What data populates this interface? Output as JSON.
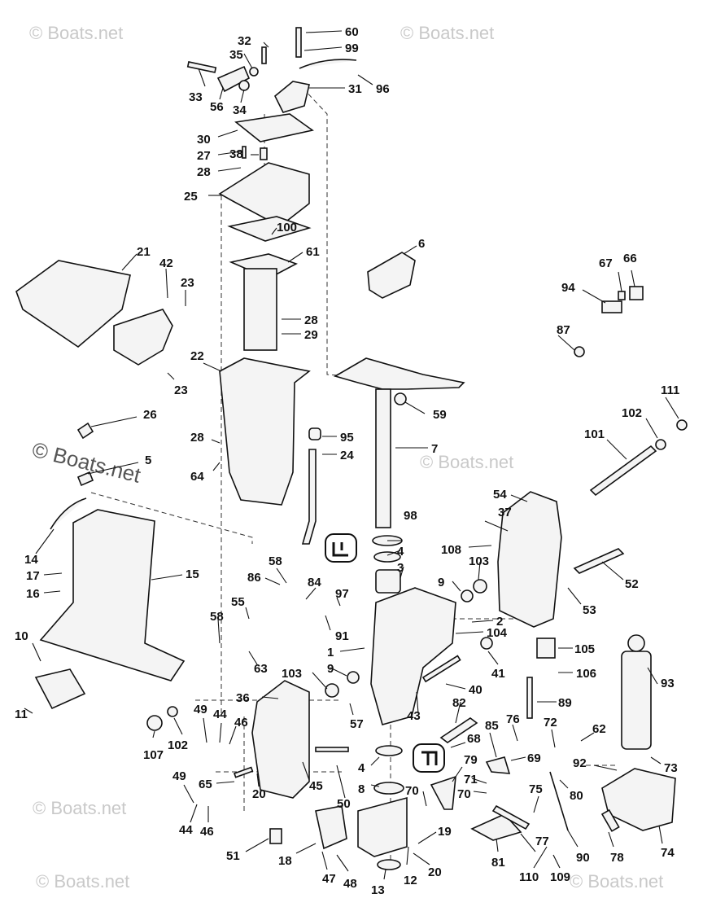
{
  "watermarks": [
    "© Boats.net",
    "© Boats.net",
    "© Boats.net",
    "© Boats.net",
    "© Boats.net",
    "© Boats.net",
    "© Boats.net"
  ],
  "labels": [
    "60",
    "32",
    "99",
    "35",
    "33",
    "56",
    "34",
    "31",
    "96",
    "30",
    "27",
    "38",
    "28",
    "25",
    "100",
    "61",
    "6",
    "21",
    "42",
    "23",
    "28",
    "29",
    "67",
    "66",
    "94",
    "87",
    "22",
    "59",
    "23",
    "26",
    "111",
    "102",
    "101",
    "95",
    "24",
    "28",
    "7",
    "64",
    "5",
    "54",
    "37",
    "98",
    "14",
    "4",
    "108",
    "103",
    "52",
    "3",
    "17",
    "58",
    "86",
    "16",
    "15",
    "84",
    "97",
    "9",
    "53",
    "55",
    "2",
    "58",
    "91",
    "104",
    "10",
    "1",
    "41",
    "105",
    "63",
    "103",
    "9",
    "40",
    "106",
    "93",
    "89",
    "36",
    "43",
    "82",
    "49",
    "44",
    "46",
    "57",
    "11",
    "76",
    "72",
    "62",
    "68",
    "85",
    "107",
    "102",
    "69",
    "4",
    "79",
    "92",
    "73",
    "71",
    "45",
    "65",
    "20",
    "70",
    "70",
    "75",
    "80",
    "8",
    "49",
    "50",
    "19",
    "51",
    "18",
    "44",
    "46",
    "77",
    "90",
    "74",
    "78",
    "81",
    "12",
    "20",
    "47",
    "48",
    "13",
    "110",
    "109"
  ]
}
